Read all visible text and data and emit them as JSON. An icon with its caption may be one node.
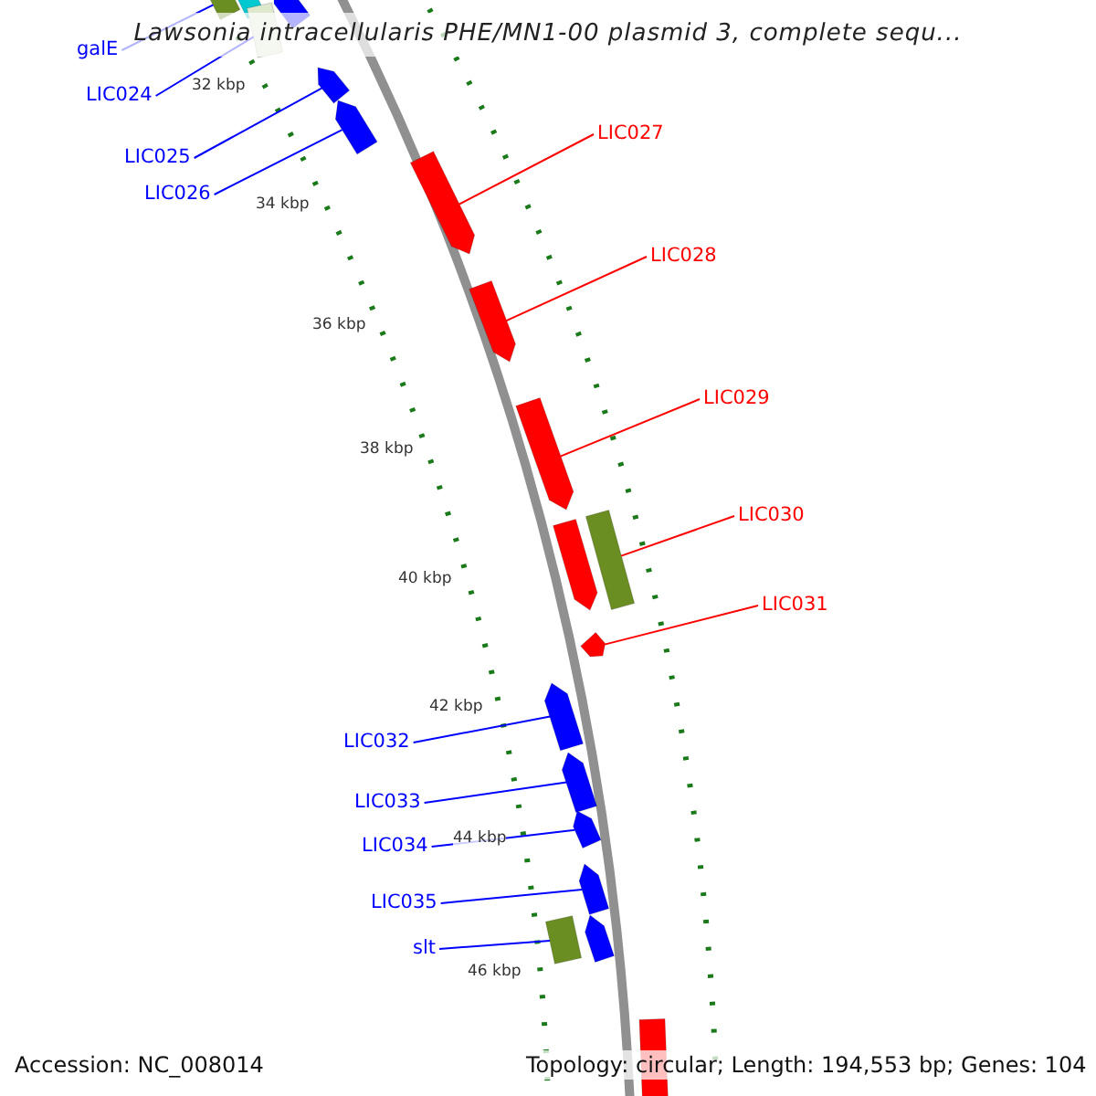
{
  "diagram": {
    "title": "Lawsonia intracellularis PHE/MN1-00 plasmid 3, complete sequ...",
    "nodes": [
      {
        "text": [
          "galE"
        ]
      },
      {
        "text": [
          "LIC024"
        ]
      },
      {
        "text": [
          "LIC025"
        ]
      },
      {
        "text": [
          "LIC026"
        ]
      },
      {
        "text": [
          "LIC027"
        ]
      },
      {
        "text": [
          "LIC028"
        ]
      },
      {
        "text": [
          "LIC029"
        ]
      },
      {
        "text": [
          "LIC030"
        ]
      },
      {
        "text": [
          "LIC031"
        ]
      },
      {
        "text": [
          "LIC032"
        ]
      },
      {
        "text": [
          "LIC033"
        ]
      },
      {
        "text": [
          "LIC034"
        ]
      },
      {
        "text": [
          "LIC035"
        ]
      },
      {
        "text": [
          "slt"
        ]
      },
      {
        "text": [],
        "shape": "box"
      },
      {
        "text": [],
        "shape": "box"
      },
      {
        "text": [],
        "shape": "arrow"
      },
      {
        "text": [],
        "shape": "box"
      },
      {
        "text": [],
        "shape": "arrow"
      },
      {
        "text": [],
        "shape": "arrow"
      },
      {
        "text": [],
        "shape": "arrow"
      },
      {
        "text": [],
        "shape": "arrow"
      },
      {
        "text": [],
        "shape": "arrow"
      },
      {
        "text": [],
        "shape": "arrow"
      },
      {
        "text": [],
        "shape": "box"
      },
      {
        "text": [],
        "shape": "arrow"
      },
      {
        "text": [],
        "shape": "arrow"
      },
      {
        "text": [],
        "shape": "arrow"
      },
      {
        "text": [],
        "shape": "arrow"
      },
      {
        "text": [],
        "shape": "arrow"
      },
      {
        "text": [],
        "shape": "box"
      },
      {
        "text": [],
        "shape": "arrow"
      },
      {
        "text": [],
        "shape": "arrow"
      }
    ],
    "edges": [
      {
        "from": 0,
        "to": 14,
        "arrow": "none"
      },
      {
        "from": 1,
        "to": 17,
        "arrow": "none"
      },
      {
        "from": 2,
        "to": 18,
        "arrow": "none"
      },
      {
        "from": 3,
        "to": 19,
        "arrow": "none"
      },
      {
        "from": 4,
        "to": 20,
        "arrow": "none",
        "color": "#ff0000"
      },
      {
        "from": 5,
        "to": 21,
        "arrow": "none",
        "color": "#ff0000"
      },
      {
        "from": 6,
        "to": 22,
        "arrow": "none",
        "color": "#ff0000"
      },
      {
        "from": 7,
        "to": 24,
        "arrow": "none",
        "color": "#ff0000"
      },
      {
        "from": 8,
        "to": 25,
        "arrow": "none",
        "color": "#ff0000"
      },
      {
        "from": 9,
        "to": 26,
        "arrow": "none"
      },
      {
        "from": 10,
        "to": 27,
        "arrow": "none"
      },
      {
        "from": 11,
        "to": 28,
        "arrow": "none"
      },
      {
        "from": 12,
        "to": 29,
        "arrow": "none"
      },
      {
        "from": 13,
        "to": 30,
        "arrow": "none"
      }
    ],
    "labels": [
      "32 kbp",
      "34 kbp",
      "36 kbp",
      "38 kbp",
      "40 kbp",
      "42 kbp",
      "44 kbp",
      "46 kbp",
      "Accession: NC_008014",
      "Topology: circular; Length: 194,553 bp; Genes: 104"
    ]
  }
}
